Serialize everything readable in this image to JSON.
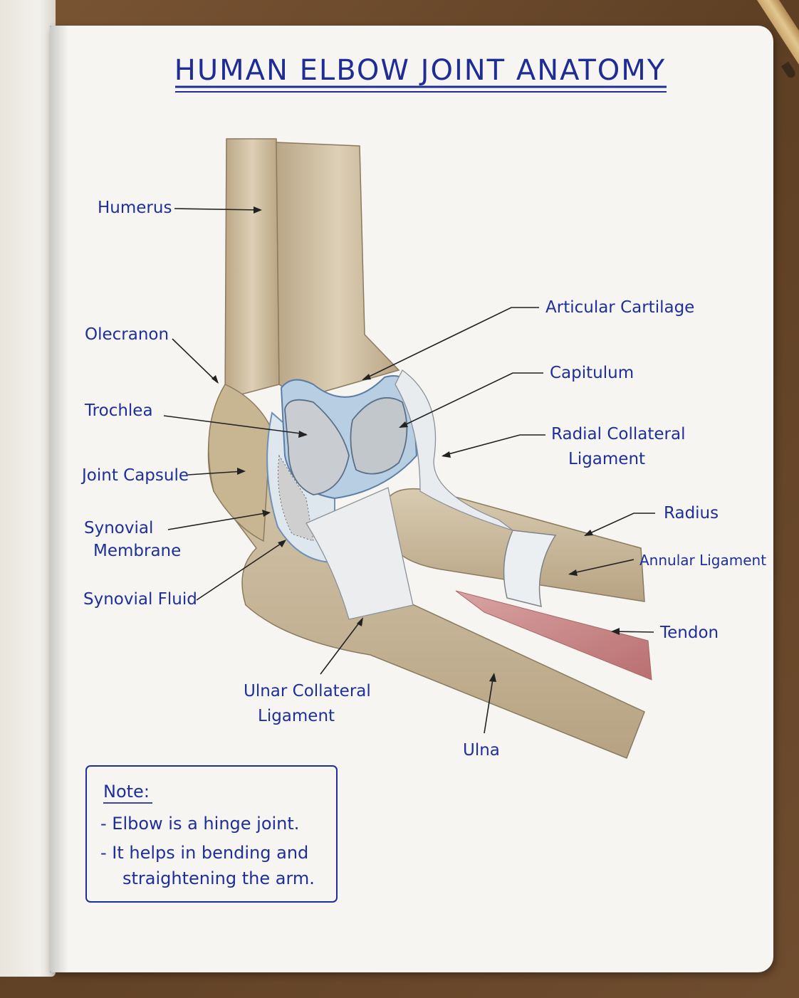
{
  "title": "HUMAN ELBOW JOINT ANATOMY",
  "labels": {
    "humerus": "Humerus",
    "olecranon": "Olecranon",
    "trochlea": "Trochlea",
    "joint_capsule": "Joint Capsule",
    "synovial_membrane_1": "Synovial",
    "synovial_membrane_2": "Membrane",
    "synovial_fluid": "Synovial Fluid",
    "ulnar_collateral_1": "Ulnar Collateral",
    "ulnar_collateral_2": "Ligament",
    "ulna": "Ulna",
    "articular_cartilage": "Articular Cartilage",
    "capitulum": "Capitulum",
    "radial_collateral_1": "Radial Collateral",
    "radial_collateral_2": "Ligament",
    "radius": "Radius",
    "annular_ligament": "Annular Ligament",
    "tendon": "Tendon"
  },
  "note": {
    "heading": "Note:",
    "line1": "- Elbow is a hinge joint.",
    "line2": "- It helps in bending and",
    "line3": "straightening the arm."
  },
  "colors": {
    "ink": "#1f2f9a",
    "bone": "#cdbb9c",
    "cartilage": "#a9c3dc",
    "tendon": "#c98c8c"
  }
}
